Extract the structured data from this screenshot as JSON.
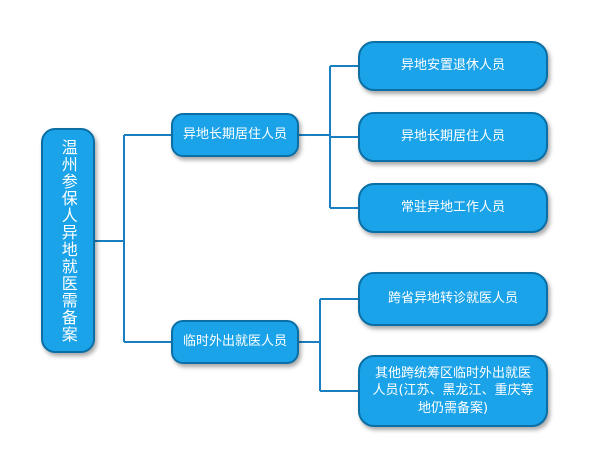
{
  "root": {
    "label": "温州参保人异地就医需备案"
  },
  "branches": [
    {
      "label": "异地长期居住人员",
      "children": [
        {
          "label": "异地安置退休人员"
        },
        {
          "label": "异地长期居住人员"
        },
        {
          "label": "常驻异地工作人员"
        }
      ]
    },
    {
      "label": "临时外出就医人员",
      "children": [
        {
          "label": "跨省异地转诊就医人员"
        },
        {
          "label": "其他跨统筹区临时外出就医人员(江苏、黑龙江、重庆等地仍需备案)"
        }
      ]
    }
  ],
  "colors": {
    "node_fill": "#1aa3e8",
    "node_border": "#0b6fa6",
    "connector": "#1a7fc0",
    "text": "#ffffff"
  }
}
